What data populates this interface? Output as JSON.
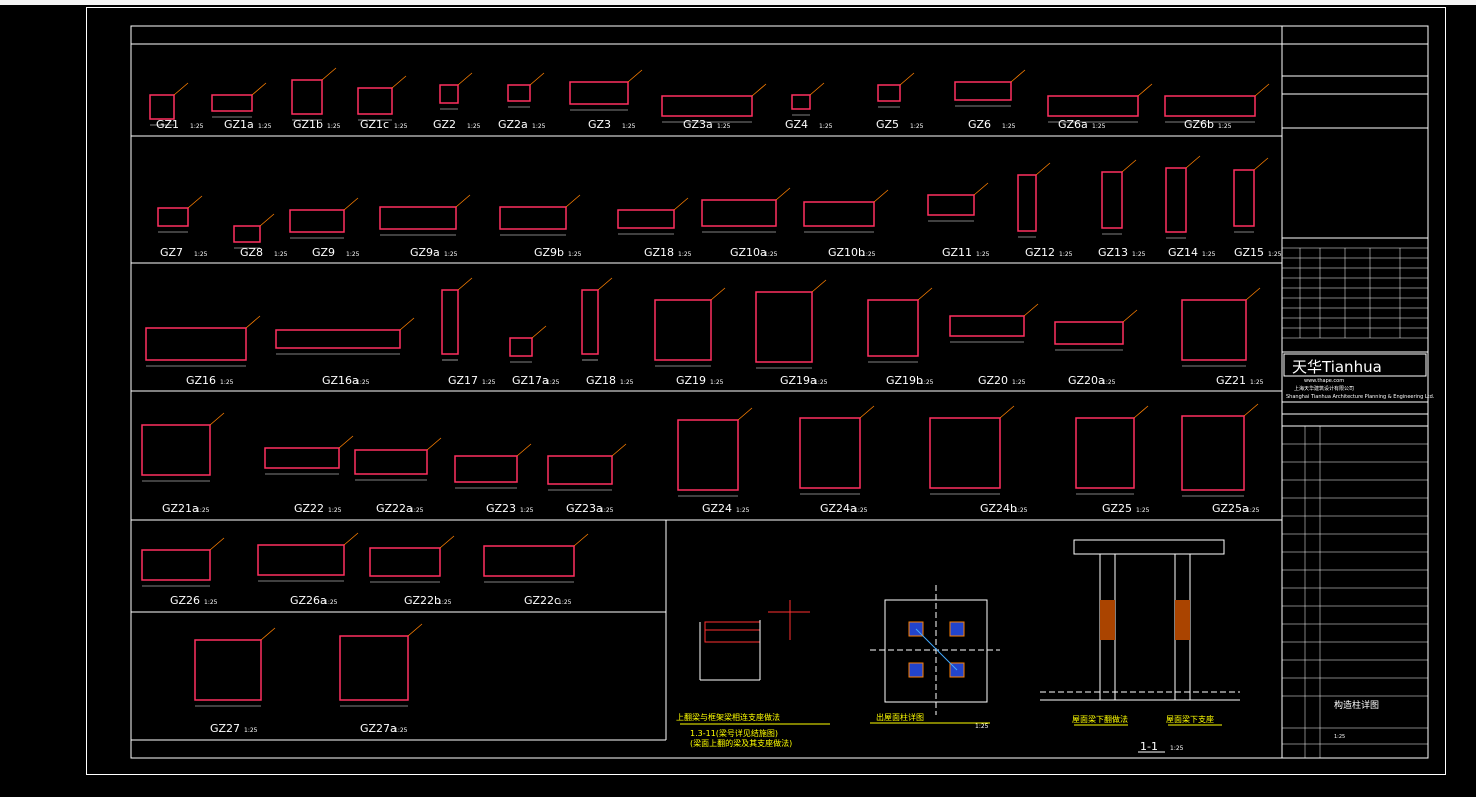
{
  "sheet": {
    "row1": [
      {
        "name": "GZ1",
        "scale": "1:25"
      },
      {
        "name": "GZ1a",
        "scale": "1:25"
      },
      {
        "name": "GZ1b",
        "scale": "1:25"
      },
      {
        "name": "GZ1c",
        "scale": "1:25"
      },
      {
        "name": "GZ2",
        "scale": "1:25"
      },
      {
        "name": "GZ2a",
        "scale": "1:25"
      },
      {
        "name": "GZ3",
        "scale": "1:25"
      },
      {
        "name": "GZ3a",
        "scale": "1:25"
      },
      {
        "name": "GZ4",
        "scale": "1:25"
      },
      {
        "name": "GZ5",
        "scale": "1:25"
      },
      {
        "name": "GZ6",
        "scale": "1:25"
      },
      {
        "name": "GZ6a",
        "scale": "1:25"
      },
      {
        "name": "GZ6b",
        "scale": "1:25"
      }
    ],
    "row2": [
      {
        "name": "GZ7",
        "scale": "1:25"
      },
      {
        "name": "GZ8",
        "scale": "1:25"
      },
      {
        "name": "GZ9",
        "scale": "1:25"
      },
      {
        "name": "GZ9a",
        "scale": "1:25"
      },
      {
        "name": "GZ9b",
        "scale": "1:25"
      },
      {
        "name": "GZ18",
        "scale": "1:25"
      },
      {
        "name": "GZ10a",
        "scale": "1:25"
      },
      {
        "name": "GZ10b",
        "scale": "1:25"
      },
      {
        "name": "GZ11",
        "scale": "1:25"
      },
      {
        "name": "GZ12",
        "scale": "1:25"
      },
      {
        "name": "GZ13",
        "scale": "1:25"
      },
      {
        "name": "GZ14",
        "scale": "1:25"
      },
      {
        "name": "GZ15",
        "scale": "1:25"
      }
    ],
    "row3": [
      {
        "name": "GZ16",
        "scale": "1:25"
      },
      {
        "name": "GZ16a",
        "scale": "1:25"
      },
      {
        "name": "GZ17",
        "scale": "1:25"
      },
      {
        "name": "GZ17a",
        "scale": "1:25"
      },
      {
        "name": "GZ18",
        "scale": "1:25"
      },
      {
        "name": "GZ19",
        "scale": "1:25"
      },
      {
        "name": "GZ19a",
        "scale": "1:25"
      },
      {
        "name": "GZ19b",
        "scale": "1:25"
      },
      {
        "name": "GZ20",
        "scale": "1:25"
      },
      {
        "name": "GZ20a",
        "scale": "1:25"
      },
      {
        "name": "GZ21",
        "scale": "1:25"
      }
    ],
    "row4": [
      {
        "name": "GZ21a",
        "scale": "1:25"
      },
      {
        "name": "GZ22",
        "scale": "1:25"
      },
      {
        "name": "GZ22a",
        "scale": "1:25"
      },
      {
        "name": "GZ23",
        "scale": "1:25"
      },
      {
        "name": "GZ23a",
        "scale": "1:25"
      },
      {
        "name": "GZ24",
        "scale": "1:25"
      },
      {
        "name": "GZ24a",
        "scale": "1:25"
      },
      {
        "name": "GZ24b",
        "scale": "1:25"
      },
      {
        "name": "GZ25",
        "scale": "1:25"
      },
      {
        "name": "GZ25a",
        "scale": "1:25"
      }
    ],
    "row5": [
      {
        "name": "GZ26",
        "scale": "1:25"
      },
      {
        "name": "GZ26a",
        "scale": "1:25"
      },
      {
        "name": "GZ22b",
        "scale": "1:25"
      },
      {
        "name": "GZ22c",
        "scale": "1:25"
      }
    ],
    "row6": [
      {
        "name": "GZ27",
        "scale": "1:25"
      },
      {
        "name": "GZ27a",
        "scale": "1:25"
      }
    ],
    "details": {
      "beam_title": "上翻梁与框架梁相连支座做法",
      "beam_note1": "1.3-11(梁号详见结施图)",
      "beam_note2": "(梁面上翻的梁及其支座做法)",
      "column_title": "出屋面柱详图",
      "column_scale": "1:25",
      "section_label": "1-1",
      "section_scale": "1:25",
      "section_left_title": "屋面梁下翻做法",
      "section_right_title": "屋面梁下支座"
    }
  },
  "title_block": {
    "logo": "天华Tianhua",
    "website": "www.thape.com",
    "company": "上海天华建筑设计有限公司",
    "company_en": "Shanghai Tianhua Architecture Planning & Engineering Ltd.",
    "drawing_title": "构造柱详图",
    "scale_value": "1:25"
  }
}
